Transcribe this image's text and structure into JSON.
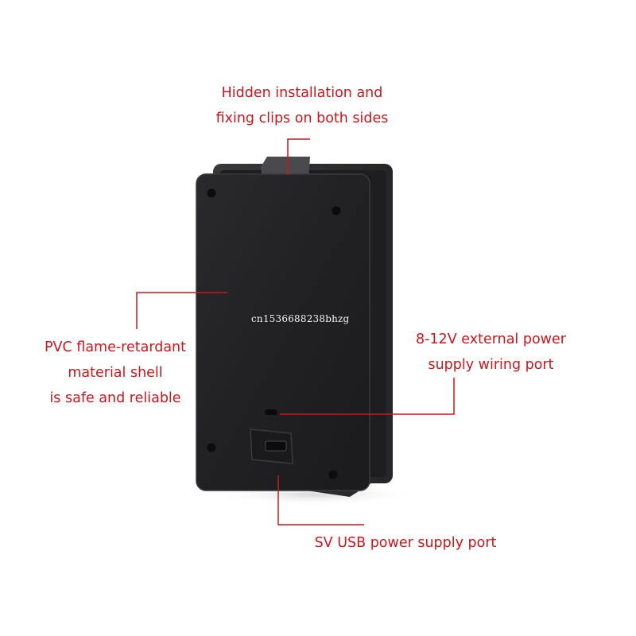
{
  "annotations": {
    "clips": [
      "Hidden installation and",
      "fixing clips on both sides"
    ],
    "shell": [
      "PVC flame-retardant",
      "material shell",
      "is safe and reliable"
    ],
    "wiring": [
      "8-12V external power",
      "supply wiring port"
    ],
    "usb": [
      "SV USB power supply port"
    ]
  },
  "watermark": "cn1536688238bhzg",
  "colors": {
    "annotation": "#c8181e",
    "shell": "#232326",
    "frame": "#2d2d30",
    "background": "#ffffff"
  }
}
